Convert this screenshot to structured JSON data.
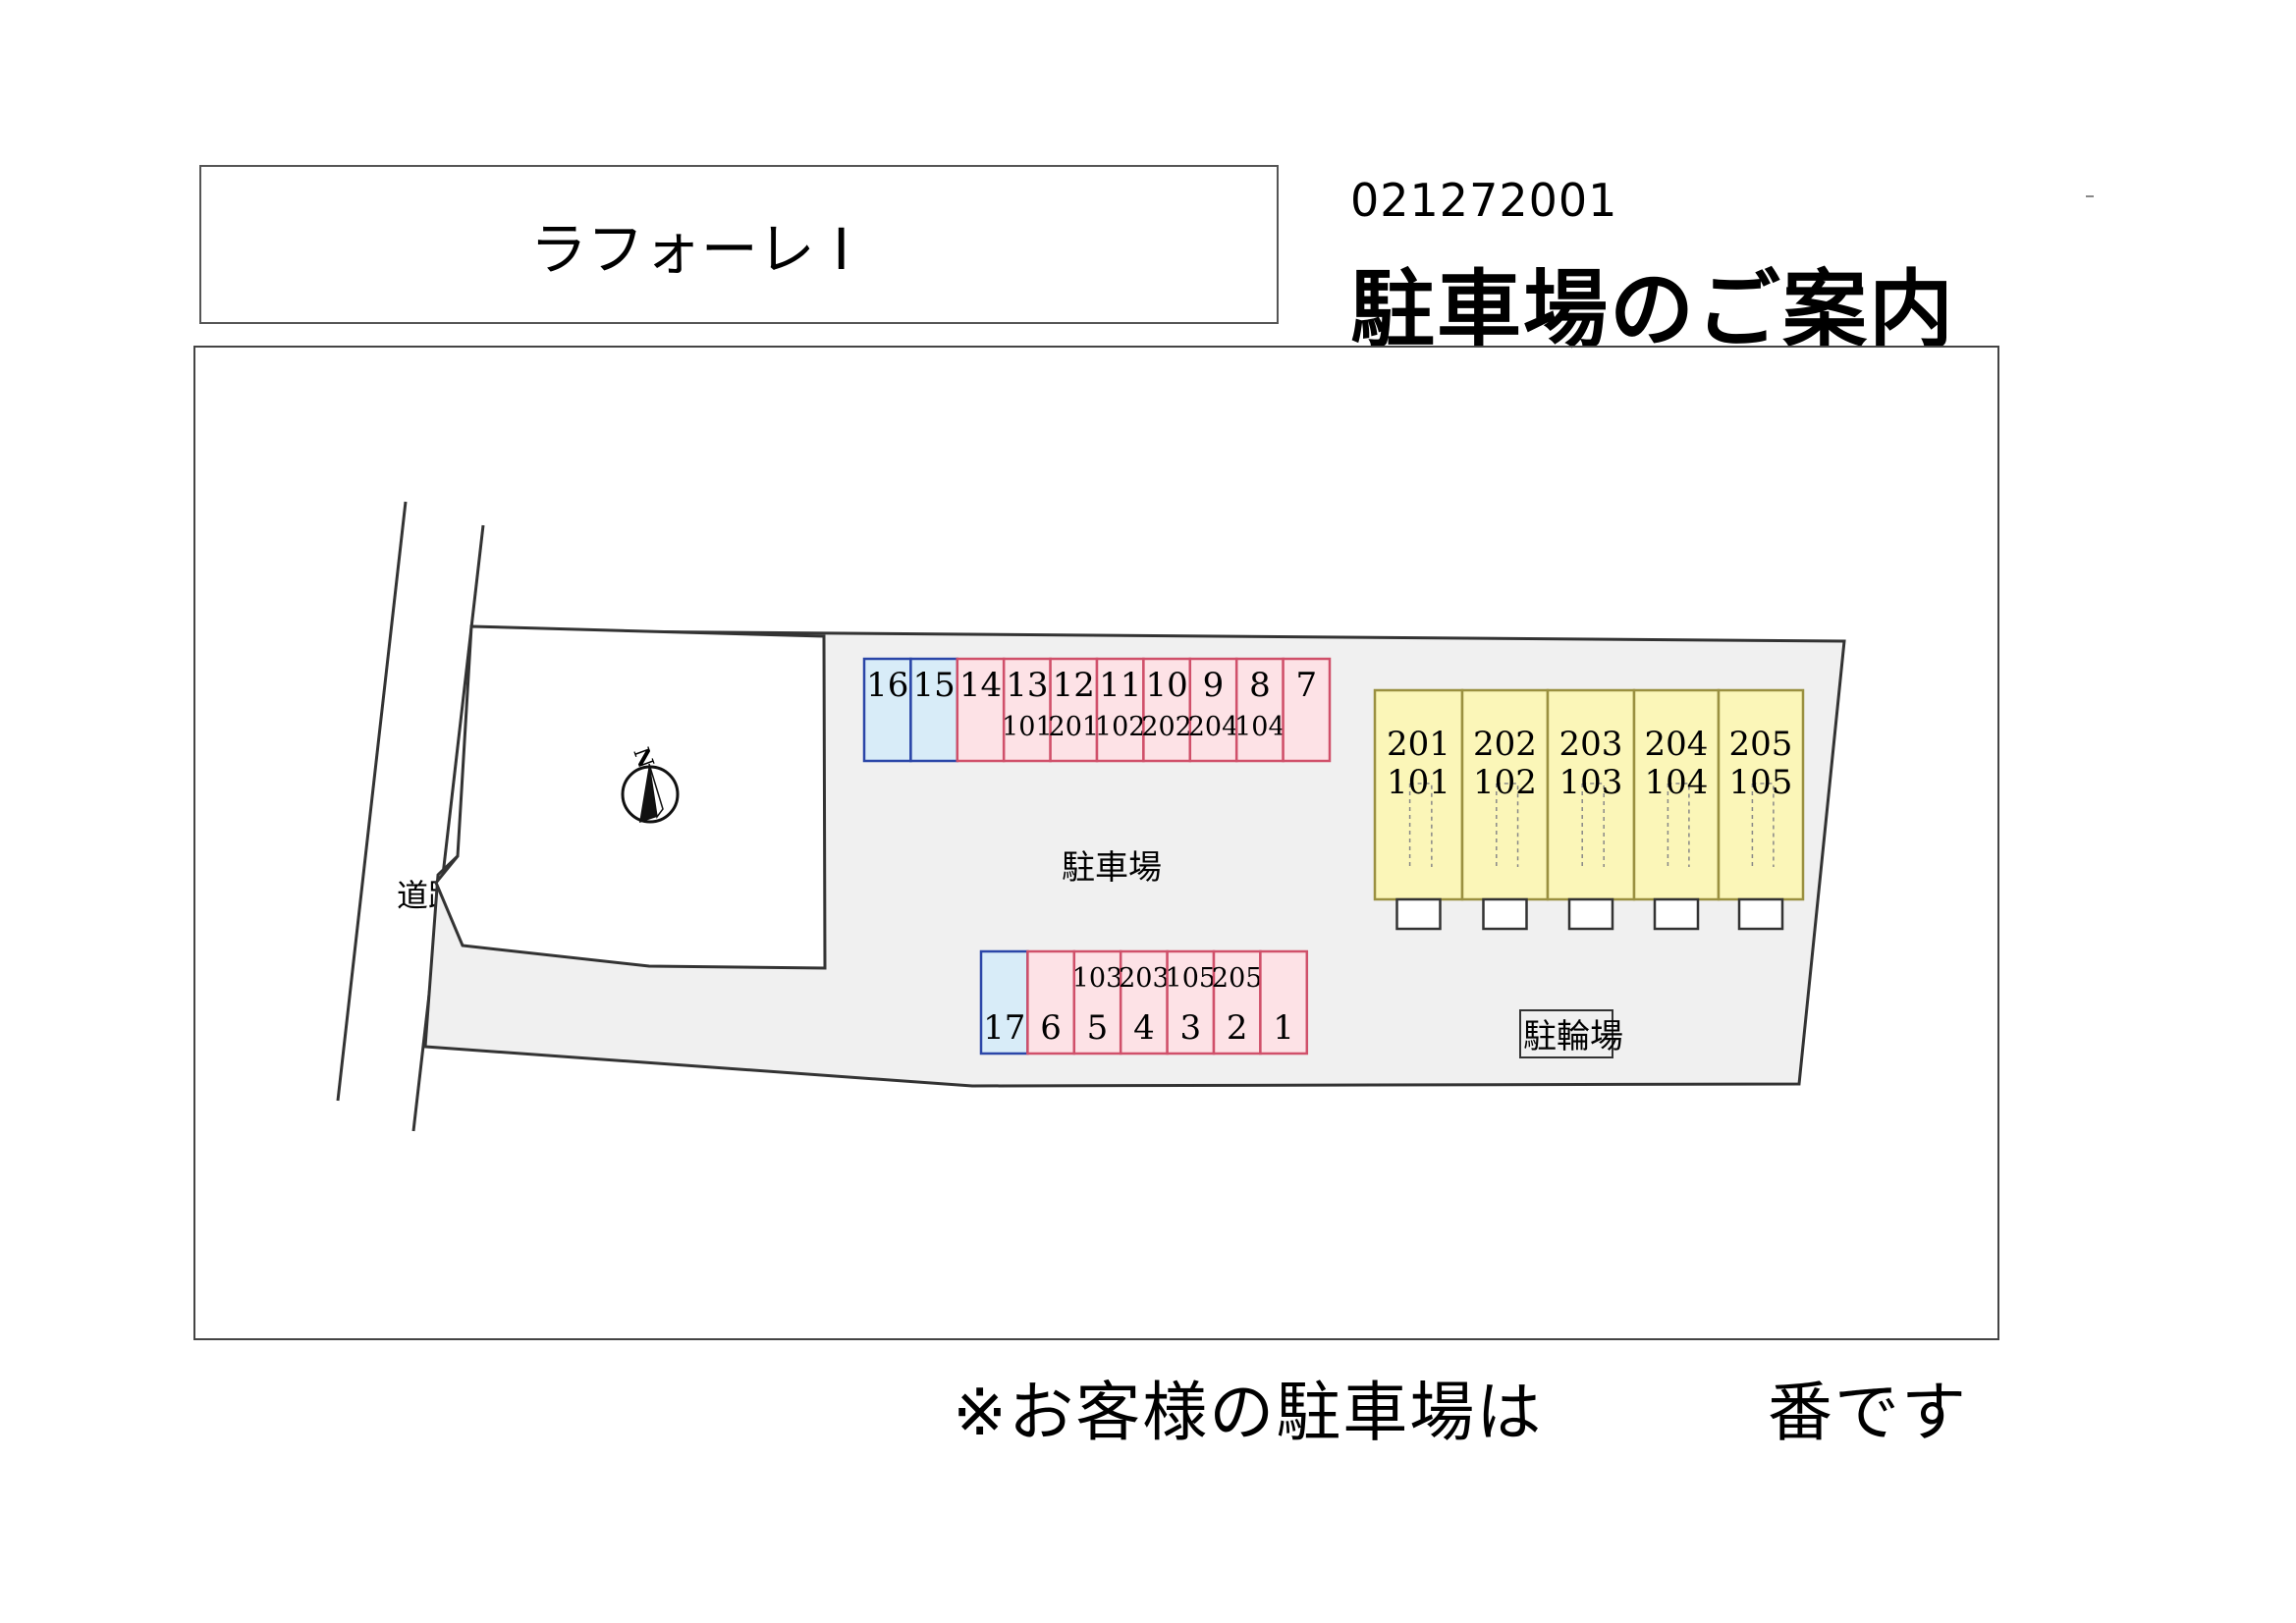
{
  "header": {
    "property_name": "ラフォーレ I",
    "doc_id": "021272001",
    "heading": "駐車場のご案内"
  },
  "map": {
    "road_label": "道路",
    "parking_label": "駐車場",
    "bicycle_label": "駐輪場",
    "compass_letter": "N",
    "top_row": [
      {
        "no": "16",
        "unit": "",
        "type": "blue"
      },
      {
        "no": "15",
        "unit": "",
        "type": "blue"
      },
      {
        "no": "14",
        "unit": "",
        "type": "pink"
      },
      {
        "no": "13",
        "unit": "101",
        "type": "pink"
      },
      {
        "no": "12",
        "unit": "201",
        "type": "pink"
      },
      {
        "no": "11",
        "unit": "102",
        "type": "pink"
      },
      {
        "no": "10",
        "unit": "202",
        "type": "pink"
      },
      {
        "no": "9",
        "unit": "204",
        "type": "pink"
      },
      {
        "no": "8",
        "unit": "104",
        "type": "pink"
      },
      {
        "no": "7",
        "unit": "",
        "type": "pink"
      }
    ],
    "bottom_row": [
      {
        "no": "17",
        "unit": "",
        "type": "blue"
      },
      {
        "no": "6",
        "unit": "",
        "type": "pink"
      },
      {
        "no": "5",
        "unit": "103",
        "type": "pink"
      },
      {
        "no": "4",
        "unit": "203",
        "type": "pink"
      },
      {
        "no": "3",
        "unit": "105",
        "type": "pink"
      },
      {
        "no": "2",
        "unit": "205",
        "type": "pink"
      },
      {
        "no": "1",
        "unit": "",
        "type": "pink"
      }
    ],
    "building_units": [
      {
        "upper": "201",
        "lower": "101"
      },
      {
        "upper": "202",
        "lower": "102"
      },
      {
        "upper": "203",
        "lower": "103"
      },
      {
        "upper": "204",
        "lower": "104"
      },
      {
        "upper": "205",
        "lower": "105"
      }
    ],
    "colors": {
      "lot_fill": "#f0f0f0",
      "pink_fill": "#fde2e6",
      "pink_stroke": "#d0506a",
      "blue_fill": "#d8ecf8",
      "blue_stroke": "#2b46a8",
      "building_fill": "#fbf6b8",
      "building_stroke": "#9a9040"
    }
  },
  "footer": {
    "note": "※お客様の駐車場は",
    "suffix": "番です"
  }
}
